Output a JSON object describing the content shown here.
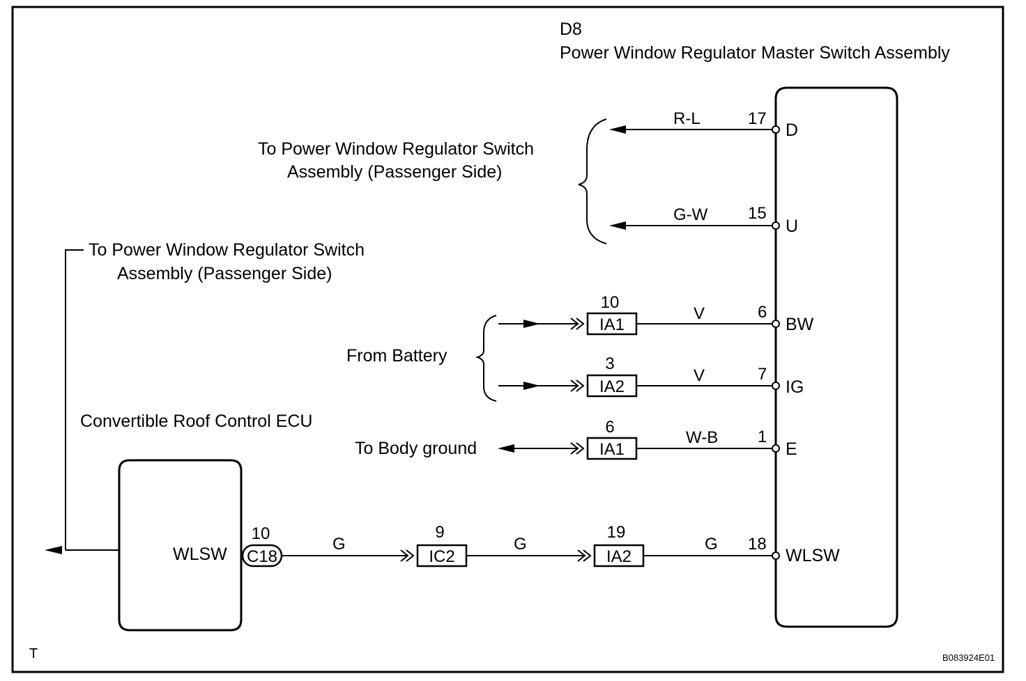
{
  "diagram": {
    "footer_letter": "T",
    "figure_code": "B083924E01",
    "master_switch": {
      "code": "D8",
      "name": "Power Window Regulator Master Switch Assembly",
      "pins": [
        {
          "number": "17",
          "terminal": "D",
          "wire": "R-L"
        },
        {
          "number": "15",
          "terminal": "U",
          "wire": "G-W"
        },
        {
          "number": "6",
          "terminal": "BW",
          "wire": "V"
        },
        {
          "number": "7",
          "terminal": "IG",
          "wire": "V"
        },
        {
          "number": "1",
          "terminal": "E",
          "wire": "W-B"
        },
        {
          "number": "18",
          "terminal": "WLSW",
          "wire": "G"
        }
      ]
    },
    "passenger_switch_note_right": {
      "line1": "To  Power Window Regulator Switch",
      "line2": "Assembly (Passenger Side)"
    },
    "passenger_switch_note_left": {
      "line1": "To  Power Window Regulator Switch",
      "line2": "Assembly (Passenger Side)"
    },
    "from_battery": "From Battery",
    "to_body_ground": "To Body ground",
    "connectors": {
      "bw": {
        "pin": "10",
        "name": "IA1"
      },
      "ig": {
        "pin": "3",
        "name": "IA2"
      },
      "e": {
        "pin": "6",
        "name": "IA1"
      },
      "ic2": {
        "pin": "9",
        "name": "IC2"
      },
      "ia2_wlsw": {
        "pin": "19",
        "name": "IA2"
      },
      "c18": {
        "pin": "10",
        "name": "C18"
      }
    },
    "ecu": {
      "name": "Convertible Roof Control ECU",
      "terminal": "WLSW"
    },
    "wlsw_wires": [
      "G",
      "G",
      "G"
    ]
  }
}
